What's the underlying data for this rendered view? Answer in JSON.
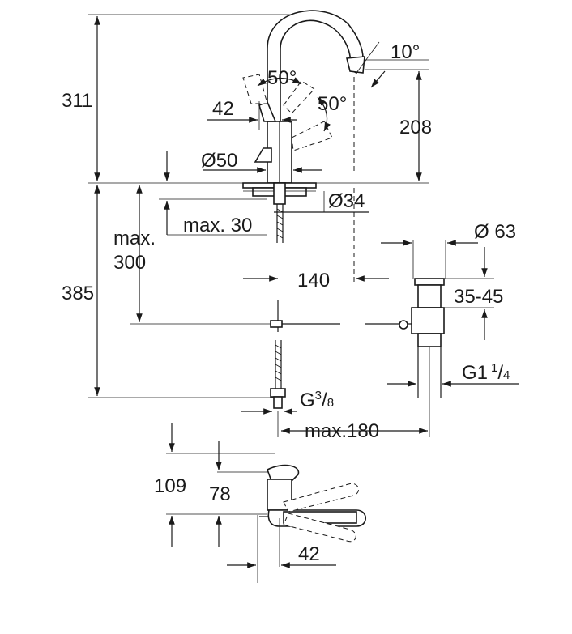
{
  "labels": {
    "height_total": "311",
    "angle_spout": "10°",
    "angle_handle_top": "50°",
    "angle_handle_right": "50°",
    "dim_42_top": "42",
    "height_208": "208",
    "dia_50": "Ø50",
    "dia_34": "Ø34",
    "max30": "max. 30",
    "max_label": "max.",
    "max_value": "300",
    "dim_140": "140",
    "dia_63": "Ø 63",
    "range_35_45": "35-45",
    "height_385": "385",
    "g1_main": "G1",
    "g1_num": "1",
    "g1_den": "4",
    "g38_main": "G",
    "g38_num": "3",
    "g38_den": "8",
    "max180": "max.180",
    "dim_109": "109",
    "dim_78": "78",
    "dim_42_bottom": "42"
  }
}
